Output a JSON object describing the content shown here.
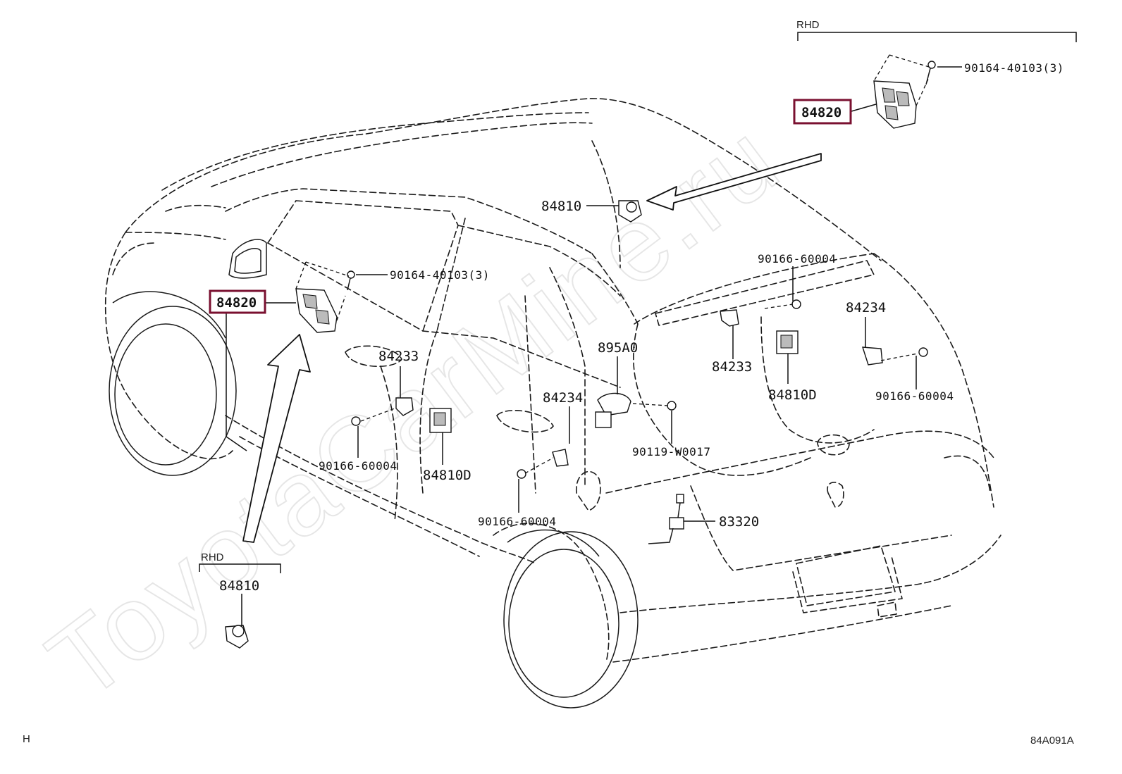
{
  "watermark": "ToyotaCarMine.ru",
  "labels": {
    "rhd_top": "RHD",
    "rhd_bottom": "RHD",
    "p84820_right": "84820",
    "p84820_left": "84820",
    "p90164_right": "90164-40103(3)",
    "p90164_left": "90164-40103(3)",
    "p84810_top": "84810",
    "p84810_bottom": "84810",
    "p90166_upper": "90166-60004",
    "p84234_right": "84234",
    "p84233_left": "84233",
    "p895A0": "895A0",
    "p84233_right": "84233",
    "p84810D_right": "84810D",
    "p84234_mid": "84234",
    "p90166_right": "90166-60004",
    "p90166_left": "90166-60004",
    "p84810D_left": "84810D",
    "p90119": "90119-W0017",
    "p83320": "83320",
    "p90166_bottom": "90166-60004"
  },
  "footer": {
    "left_code": "H",
    "diagram_id": "84A091A"
  },
  "highlight_color": "#7a1030"
}
